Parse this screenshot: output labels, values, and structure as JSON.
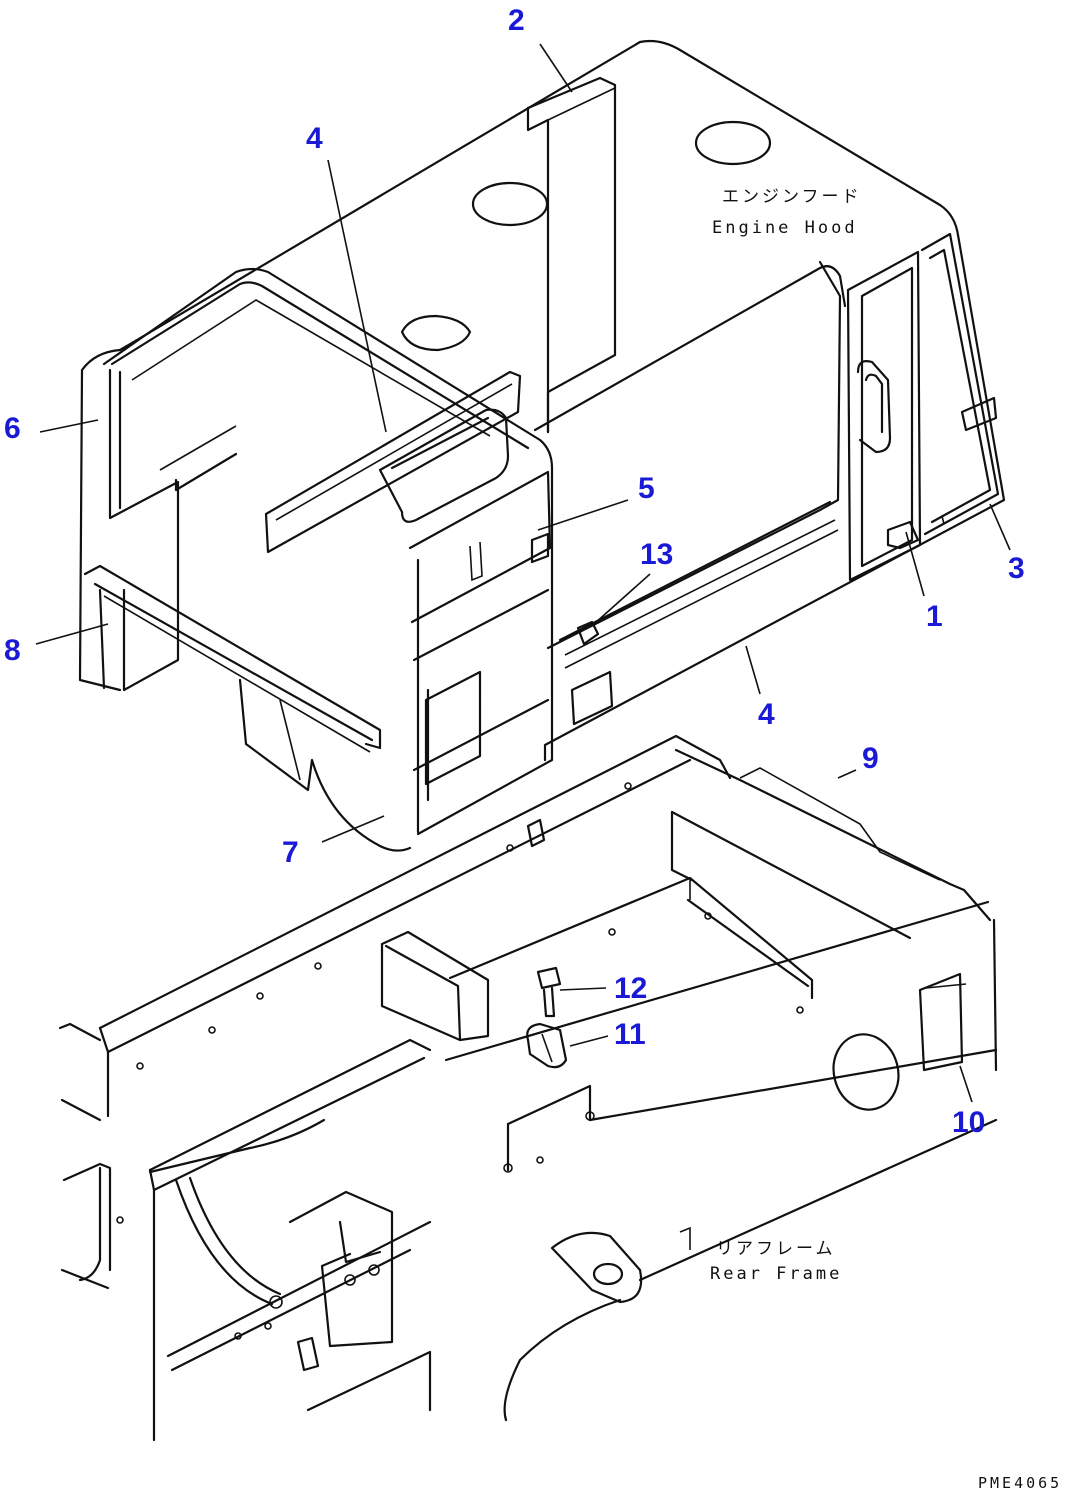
{
  "labels": {
    "engine_hood_jp": "エンジンフード",
    "engine_hood_en": "Engine Hood",
    "rear_frame_jp": "リアフレーム",
    "rear_frame_en": "Rear Frame",
    "drawing_code": "PME4065"
  },
  "callouts": [
    "2",
    "4",
    "6",
    "5",
    "13",
    "3",
    "1",
    "8",
    "4",
    "9",
    "7",
    "12",
    "11",
    "10"
  ],
  "colors": {
    "callout": "#1a1ad6",
    "line": "#111111",
    "background": "#ffffff"
  }
}
